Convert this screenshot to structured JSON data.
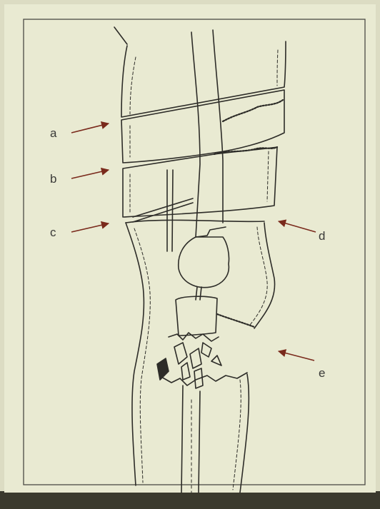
{
  "figure": {
    "labels": {
      "a": "a",
      "b": "b",
      "c": "c",
      "d": "d",
      "e": "e"
    }
  },
  "colors": {
    "background": "#dcdcc3",
    "paper": "#e9ead2",
    "ink": "#2d2c28",
    "arrow": "#7a2a1c",
    "dark_strip": "#3b3a2e"
  }
}
